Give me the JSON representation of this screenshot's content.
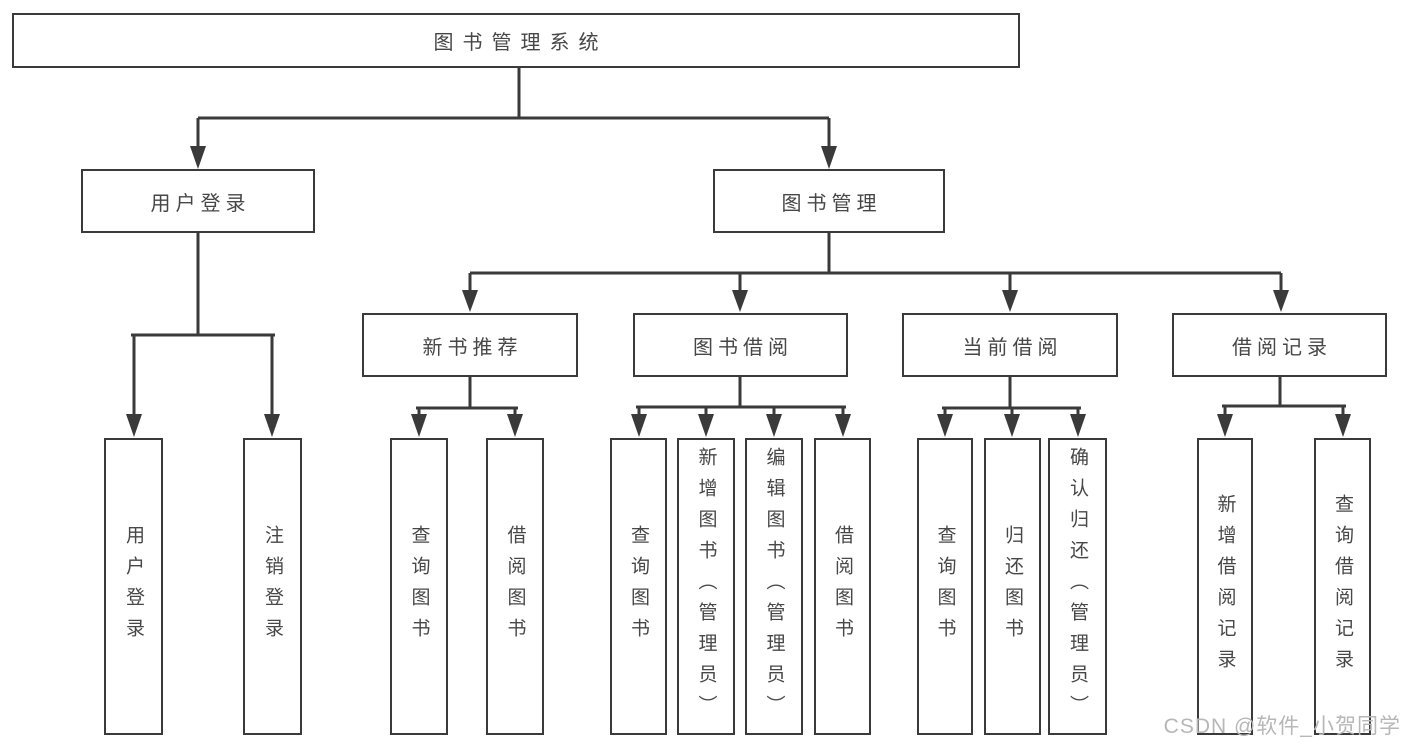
{
  "diagram_title": "图书管理系统",
  "tree": {
    "root": "图书管理系统",
    "level2": [
      {
        "label": "用户登录",
        "children": [
          {
            "label": "用户登录"
          },
          {
            "label": "注销登录"
          }
        ]
      },
      {
        "label": "图书管理",
        "children": [
          {
            "label": "新书推荐",
            "children": [
              {
                "label": "查询图书"
              },
              {
                "label": "借阅图书"
              }
            ]
          },
          {
            "label": "图书借阅",
            "children": [
              {
                "label": "查询图书"
              },
              {
                "label": "新增图书（管理员）"
              },
              {
                "label": "编辑图书（管理员）"
              },
              {
                "label": "借阅图书"
              }
            ]
          },
          {
            "label": "当前借阅",
            "children": [
              {
                "label": "查询图书"
              },
              {
                "label": "归还图书"
              },
              {
                "label": "确认归还（管理员）"
              }
            ]
          },
          {
            "label": "借阅记录",
            "children": [
              {
                "label": "新增借阅记录"
              },
              {
                "label": "查询借阅记录"
              }
            ]
          }
        ]
      }
    ]
  },
  "watermark": "CSDN @软件_小贺同学",
  "colors": {
    "line": "#3a3a3a",
    "text": "#474747",
    "watermark": "#b7b7b7",
    "background": "#ffffff"
  }
}
